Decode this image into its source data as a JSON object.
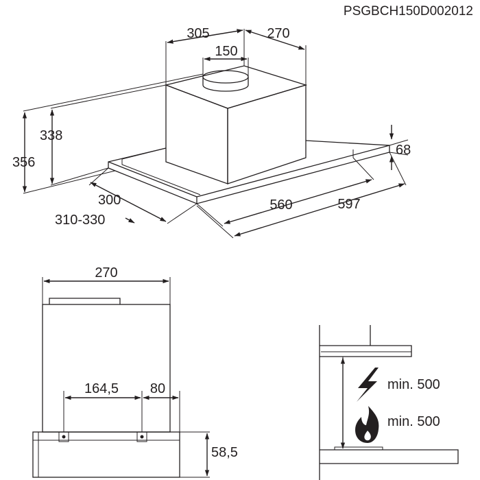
{
  "doc_code": "PSGBCH150D002012",
  "iso_view": {
    "width_top_left": "305",
    "depth_top_right": "270",
    "duct_diameter": "150",
    "height_338": "338",
    "height_356": "356",
    "depth_300": "300",
    "depth_range": "310-330",
    "width_560": "560",
    "width_597": "597",
    "thickness_68": "68"
  },
  "side_view": {
    "width_270": "270",
    "hole_spacing": "164,5",
    "offset_80": "80",
    "bottom_height": "58,5"
  },
  "install_view": {
    "electric_label": "min. 500",
    "gas_label": "min. 500",
    "electric_icon": "lightning-icon",
    "gas_icon": "flame-icon"
  }
}
